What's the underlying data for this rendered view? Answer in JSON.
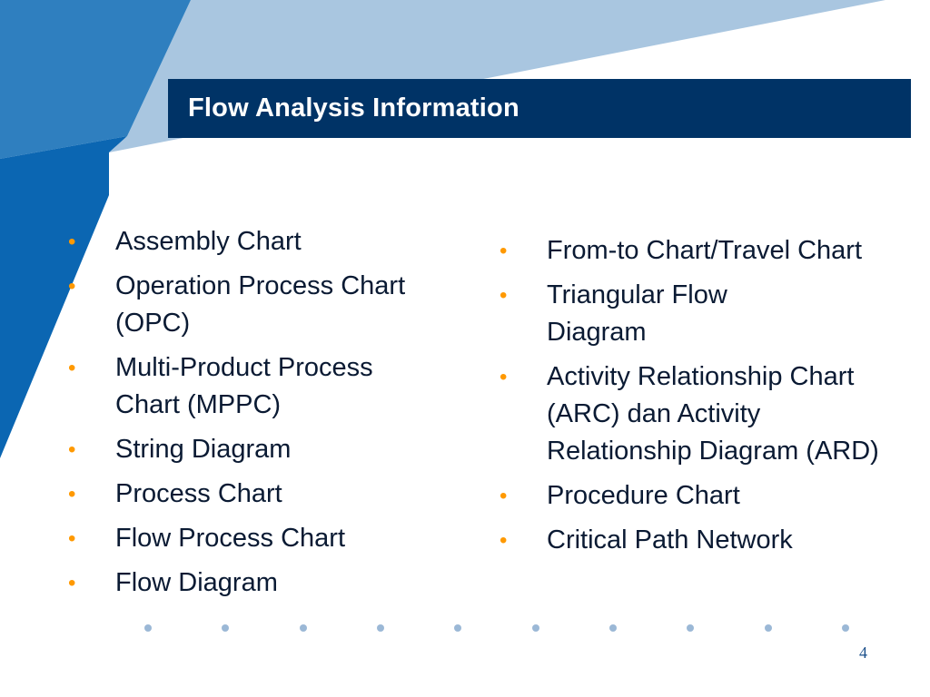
{
  "slide": {
    "title": "Flow Analysis Information",
    "page_number": "4"
  },
  "left_column": {
    "items": [
      {
        "label": "Assembly Chart"
      },
      {
        "label": "Operation Process Chart (OPC)"
      },
      {
        "label": "Multi-Product Process Chart (MPPC)"
      },
      {
        "label": "String Diagram"
      },
      {
        "label": "Process Chart"
      },
      {
        "label": "Flow Process Chart"
      },
      {
        "label": "Flow Diagram"
      }
    ]
  },
  "right_column": {
    "items": [
      {
        "label": "From-to Chart/Travel Chart"
      },
      {
        "label": "Triangular Flow Diagram"
      },
      {
        "label": "Activity Relationship Chart (ARC) dan Activity Relationship Diagram (ARD)"
      },
      {
        "label": "Procedure Chart"
      },
      {
        "label": "Critical Path Network"
      }
    ]
  },
  "bullet_symbol": "•",
  "colors": {
    "title_bar": "#003366",
    "bullet": "#ff9900",
    "dark_blue_shape": "#0b66b2",
    "medium_blue_shape": "#2f7fbf",
    "light_blue_shape": "#a9c6e0",
    "dots": "#9bb8d6"
  }
}
